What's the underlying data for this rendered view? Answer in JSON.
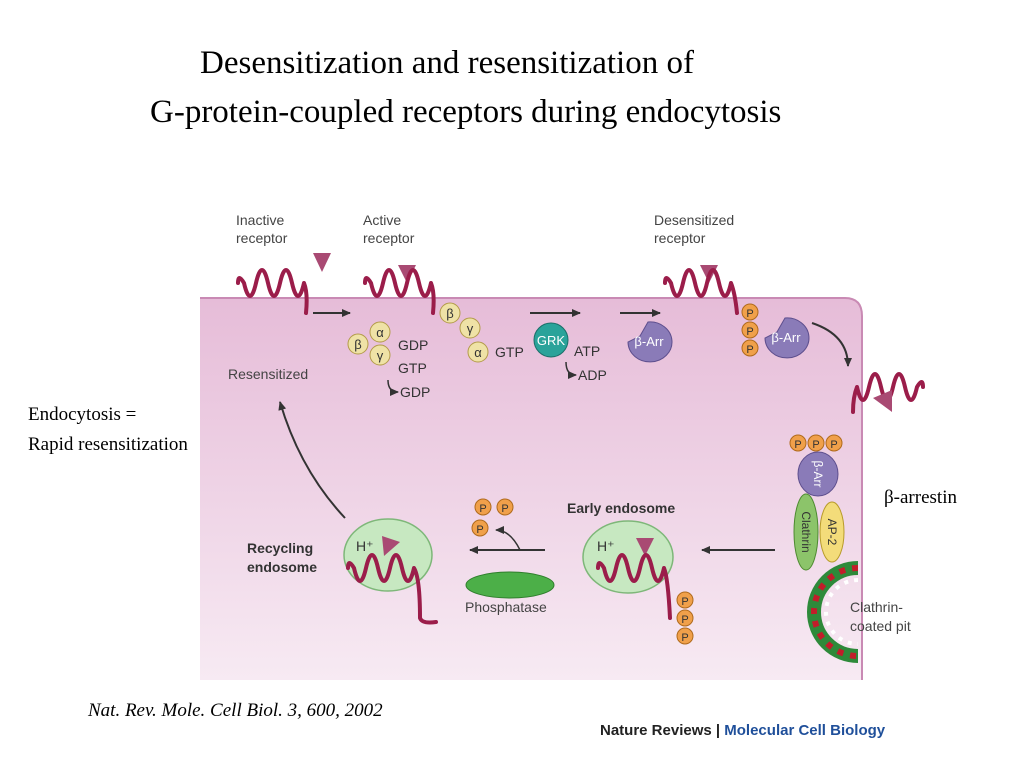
{
  "title": {
    "line1": "Desensitization and resensitization of",
    "line2": "G-protein-coupled receptors during endocytosis"
  },
  "side_labels": {
    "endocytosis_line1": "Endocytosis =",
    "endocytosis_line2": "Rapid resensitization",
    "beta_arrestin": "β-arrestin"
  },
  "citation": "Nat. Rev. Mole. Cell Biol. 3, 600, 2002",
  "brand": {
    "journal_group": "Nature Reviews",
    "separator": "|",
    "journal": "Molecular Cell Biology"
  },
  "diagram": {
    "inactive_receptor_1": "Inactive",
    "inactive_receptor_2": "receptor",
    "active_receptor_1": "Active",
    "active_receptor_2": "receptor",
    "desensitized_receptor_1": "Desensitized",
    "desensitized_receptor_2": "receptor",
    "resensitized": "Resensitized",
    "alpha": "α",
    "beta": "β",
    "gamma": "γ",
    "gdp": "GDP",
    "gtp": "GTP",
    "alpha_gtp": "GTP",
    "grk": "GRK",
    "atp": "ATP",
    "adp": "ADP",
    "b_arr": "β-Arr",
    "p": "P",
    "clathrin": "Clathrin",
    "ap2": "AP-2",
    "clathrin_pit_1": "Clathrin-",
    "clathrin_pit_2": "coated pit",
    "early_endosome": "Early endosome",
    "recycling_endosome_1": "Recycling",
    "recycling_endosome_2": "endosome",
    "h_plus": "H⁺",
    "phosphatase": "Phosphatase"
  },
  "colors": {
    "cell_pink": "#e9c3dd",
    "receptor": "#9b1d4a",
    "ligand": "#a94a73",
    "g_protein": "#efe2a6",
    "grk": "#2aa39a",
    "arrestin": "#8a7bb8",
    "phospho": "#f0a04a",
    "endosome": "#c7e8c1",
    "clathrin": "#8cc46a",
    "ap2": "#f3dc7a",
    "phosphatase": "#4caf48"
  }
}
